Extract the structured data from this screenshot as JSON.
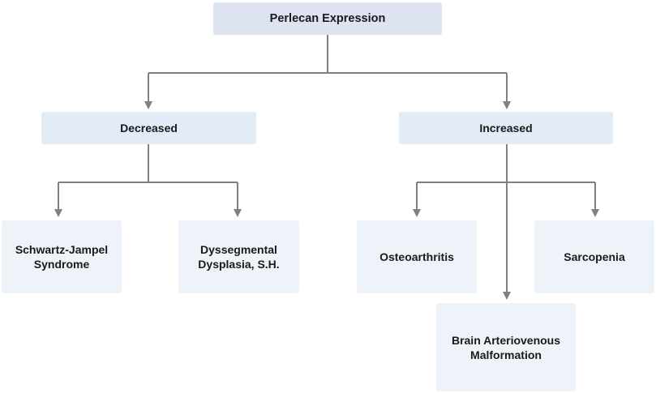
{
  "diagram": {
    "root": {
      "label": "Perlecan Expression"
    },
    "decreased": {
      "label": "Decreased",
      "children": [
        {
          "label": "Schwartz-Jampel\nSyndrome"
        },
        {
          "label": "Dyssegmental\nDysplasia, S.H."
        }
      ]
    },
    "increased": {
      "label": "Increased",
      "children": [
        {
          "label": "Osteoarthritis"
        },
        {
          "label": "Sarcopenia"
        },
        {
          "label": "Brain Arteriovenous\nMalformation"
        }
      ]
    },
    "colors": {
      "connector": "#808080",
      "root_fill": "#dde3f0",
      "node_fill": "#e3ebf6",
      "leaf_fill": "#eef3fa"
    }
  }
}
